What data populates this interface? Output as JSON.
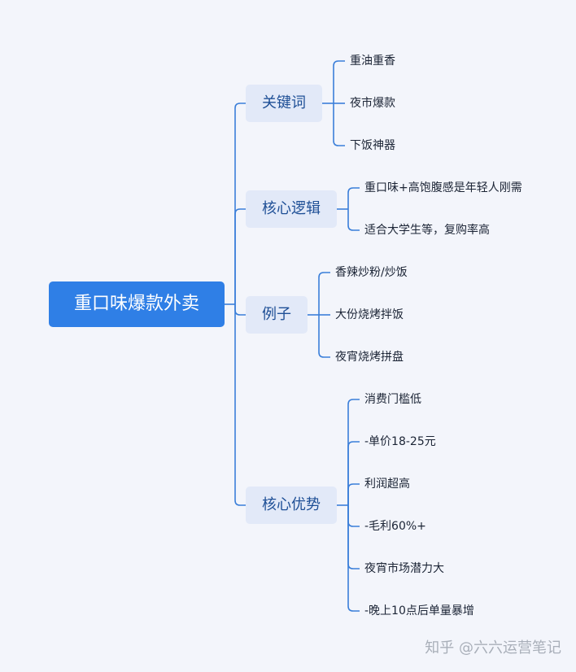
{
  "root": {
    "label": "重口味爆款外卖"
  },
  "branches": [
    {
      "label": "关键词",
      "items": [
        "重油重香",
        "夜市爆款",
        "下饭神器"
      ]
    },
    {
      "label": "核心逻辑",
      "items": [
        "重口味+高饱腹感是年轻人刚需",
        "适合大学生等，复购率高"
      ]
    },
    {
      "label": "例子",
      "items": [
        "香辣炒粉/炒饭",
        "大份烧烤拌饭",
        "夜宵烧烤拼盘"
      ]
    },
    {
      "label": "核心优势",
      "items": [
        "消费门槛低",
        "-单价18-25元",
        "利润超高",
        "-毛利60%+",
        "夜宵市场潜力大",
        "-晚上10点后单量暴增"
      ]
    }
  ],
  "watermark": "知乎 @六六运营笔记",
  "colors": {
    "root": "#2f7fe6",
    "branch_bg": "#e2e9f8",
    "branch_text": "#1e4f96",
    "connector": "#3b7fd9",
    "background": "#f3f5fb"
  }
}
